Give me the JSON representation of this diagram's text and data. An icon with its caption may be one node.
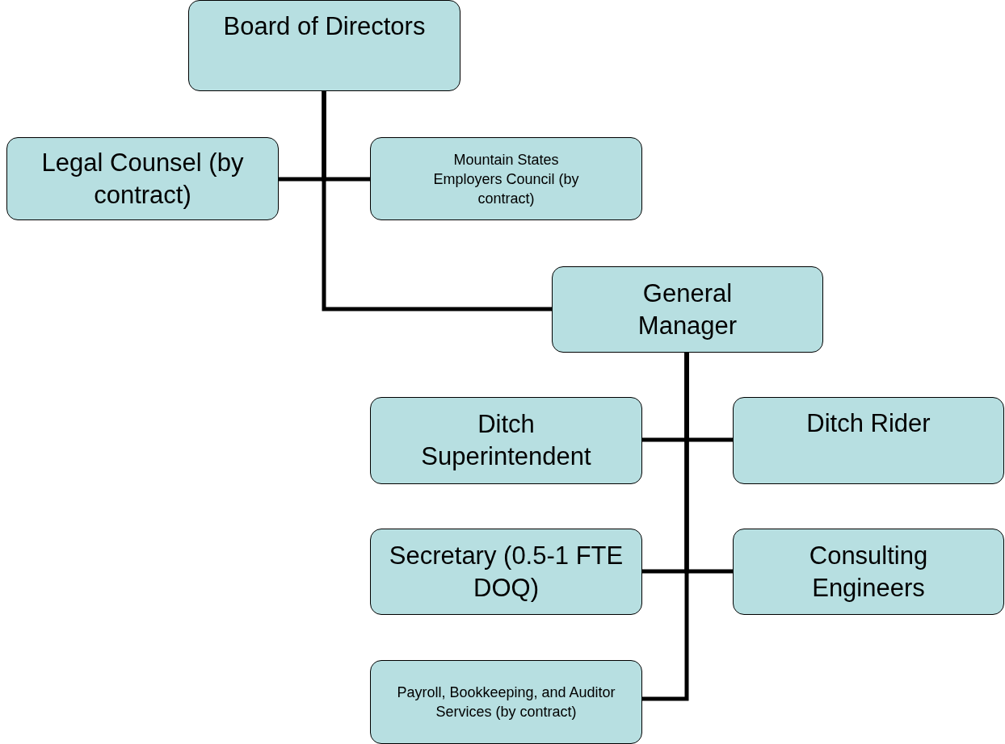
{
  "diagram": {
    "nodes": [
      {
        "text": [
          "Board of Directors"
        ]
      },
      {
        "text": [
          "Legal Counsel (by contract)"
        ]
      },
      {
        "text": [
          "Mountain States Employers Council (by contract)"
        ]
      },
      {
        "text": [
          "General Manager"
        ]
      },
      {
        "text": [
          "Ditch Superintendent"
        ]
      },
      {
        "text": [
          "Ditch Rider"
        ]
      },
      {
        "text": [
          "Secretary (0.5-1 FTE DOQ)"
        ]
      },
      {
        "text": [
          "Consulting Engineers"
        ]
      },
      {
        "text": [
          "Payroll, Bookkeeping, and Auditor Services (by contract)"
        ]
      }
    ],
    "edges": [
      {
        "from": 0,
        "to": 1,
        "arrow": "none"
      },
      {
        "from": 0,
        "to": 2,
        "arrow": "none"
      },
      {
        "from": 0,
        "to": 3,
        "arrow": "none"
      },
      {
        "from": 3,
        "to": 4,
        "arrow": "none"
      },
      {
        "from": 3,
        "to": 5,
        "arrow": "none"
      },
      {
        "from": 3,
        "to": 6,
        "arrow": "none"
      },
      {
        "from": 3,
        "to": 7,
        "arrow": "none"
      },
      {
        "from": 3,
        "to": 8,
        "arrow": "none"
      }
    ]
  }
}
